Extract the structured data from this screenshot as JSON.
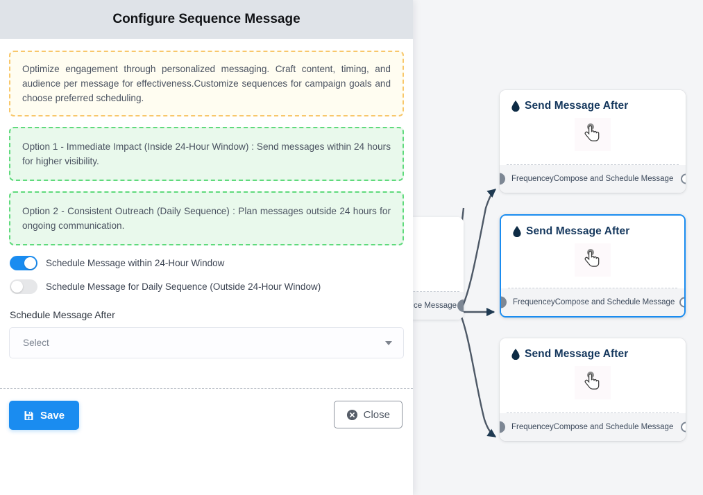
{
  "modal": {
    "title": "Configure Sequence Message",
    "info_note": "Optimize engagement through personalized messaging. Craft content, timing, and audience per message for effectiveness.Customize sequences for campaign goals and choose preferred scheduling.",
    "option_one": "Option 1 - Immediate Impact (Inside 24-Hour Window) : Send messages within 24 hours for higher visibility.",
    "option_two": "Option 2 - Consistent Outreach (Daily Sequence) : Plan messages outside 24 hours for ongoing communication.",
    "toggles": [
      {
        "label": "Schedule Message within 24-Hour Window",
        "state": "on"
      },
      {
        "label": "Schedule Message for Daily Sequence (Outside 24-Hour Window)",
        "state": "off"
      }
    ],
    "field": {
      "label": "Schedule Message After",
      "value": "Select",
      "caret_icon": "chevron-down-icon"
    },
    "footer": {
      "save_label": "Save",
      "save_icon": "floppy-disk-icon",
      "close_label": "Close",
      "close_icon": "close-circle-icon"
    }
  },
  "canvas": {
    "partial_node": {
      "output_label": "ce Message"
    },
    "nodes": [
      {
        "title": "Send Message After",
        "icon": "droplet-icon",
        "thumb_icon": "hand-pointer-icon",
        "input_label": "Frequencey",
        "output_label": "Compose and Schedule Message",
        "selected": false
      },
      {
        "title": "Send Message After",
        "icon": "droplet-icon",
        "thumb_icon": "hand-pointer-icon",
        "input_label": "Frequencey",
        "output_label": "Compose and Schedule Message",
        "selected": true
      },
      {
        "title": "Send Message After",
        "icon": "droplet-icon",
        "thumb_icon": "hand-pointer-icon",
        "input_label": "Frequencey",
        "output_label": "Compose and Schedule Message",
        "selected": false
      }
    ]
  },
  "colors": {
    "accent": "#1a8cf0",
    "canvas_bg": "#f4f5f7",
    "header_bg": "#dfe3e8",
    "info_bg": "#fffdf1",
    "info_border": "#f8c76b",
    "ok_bg": "#e9f9ec",
    "ok_border": "#5fda7c",
    "node_title": "#13365c",
    "edge": "#4d5866",
    "port": "#7d8794"
  }
}
